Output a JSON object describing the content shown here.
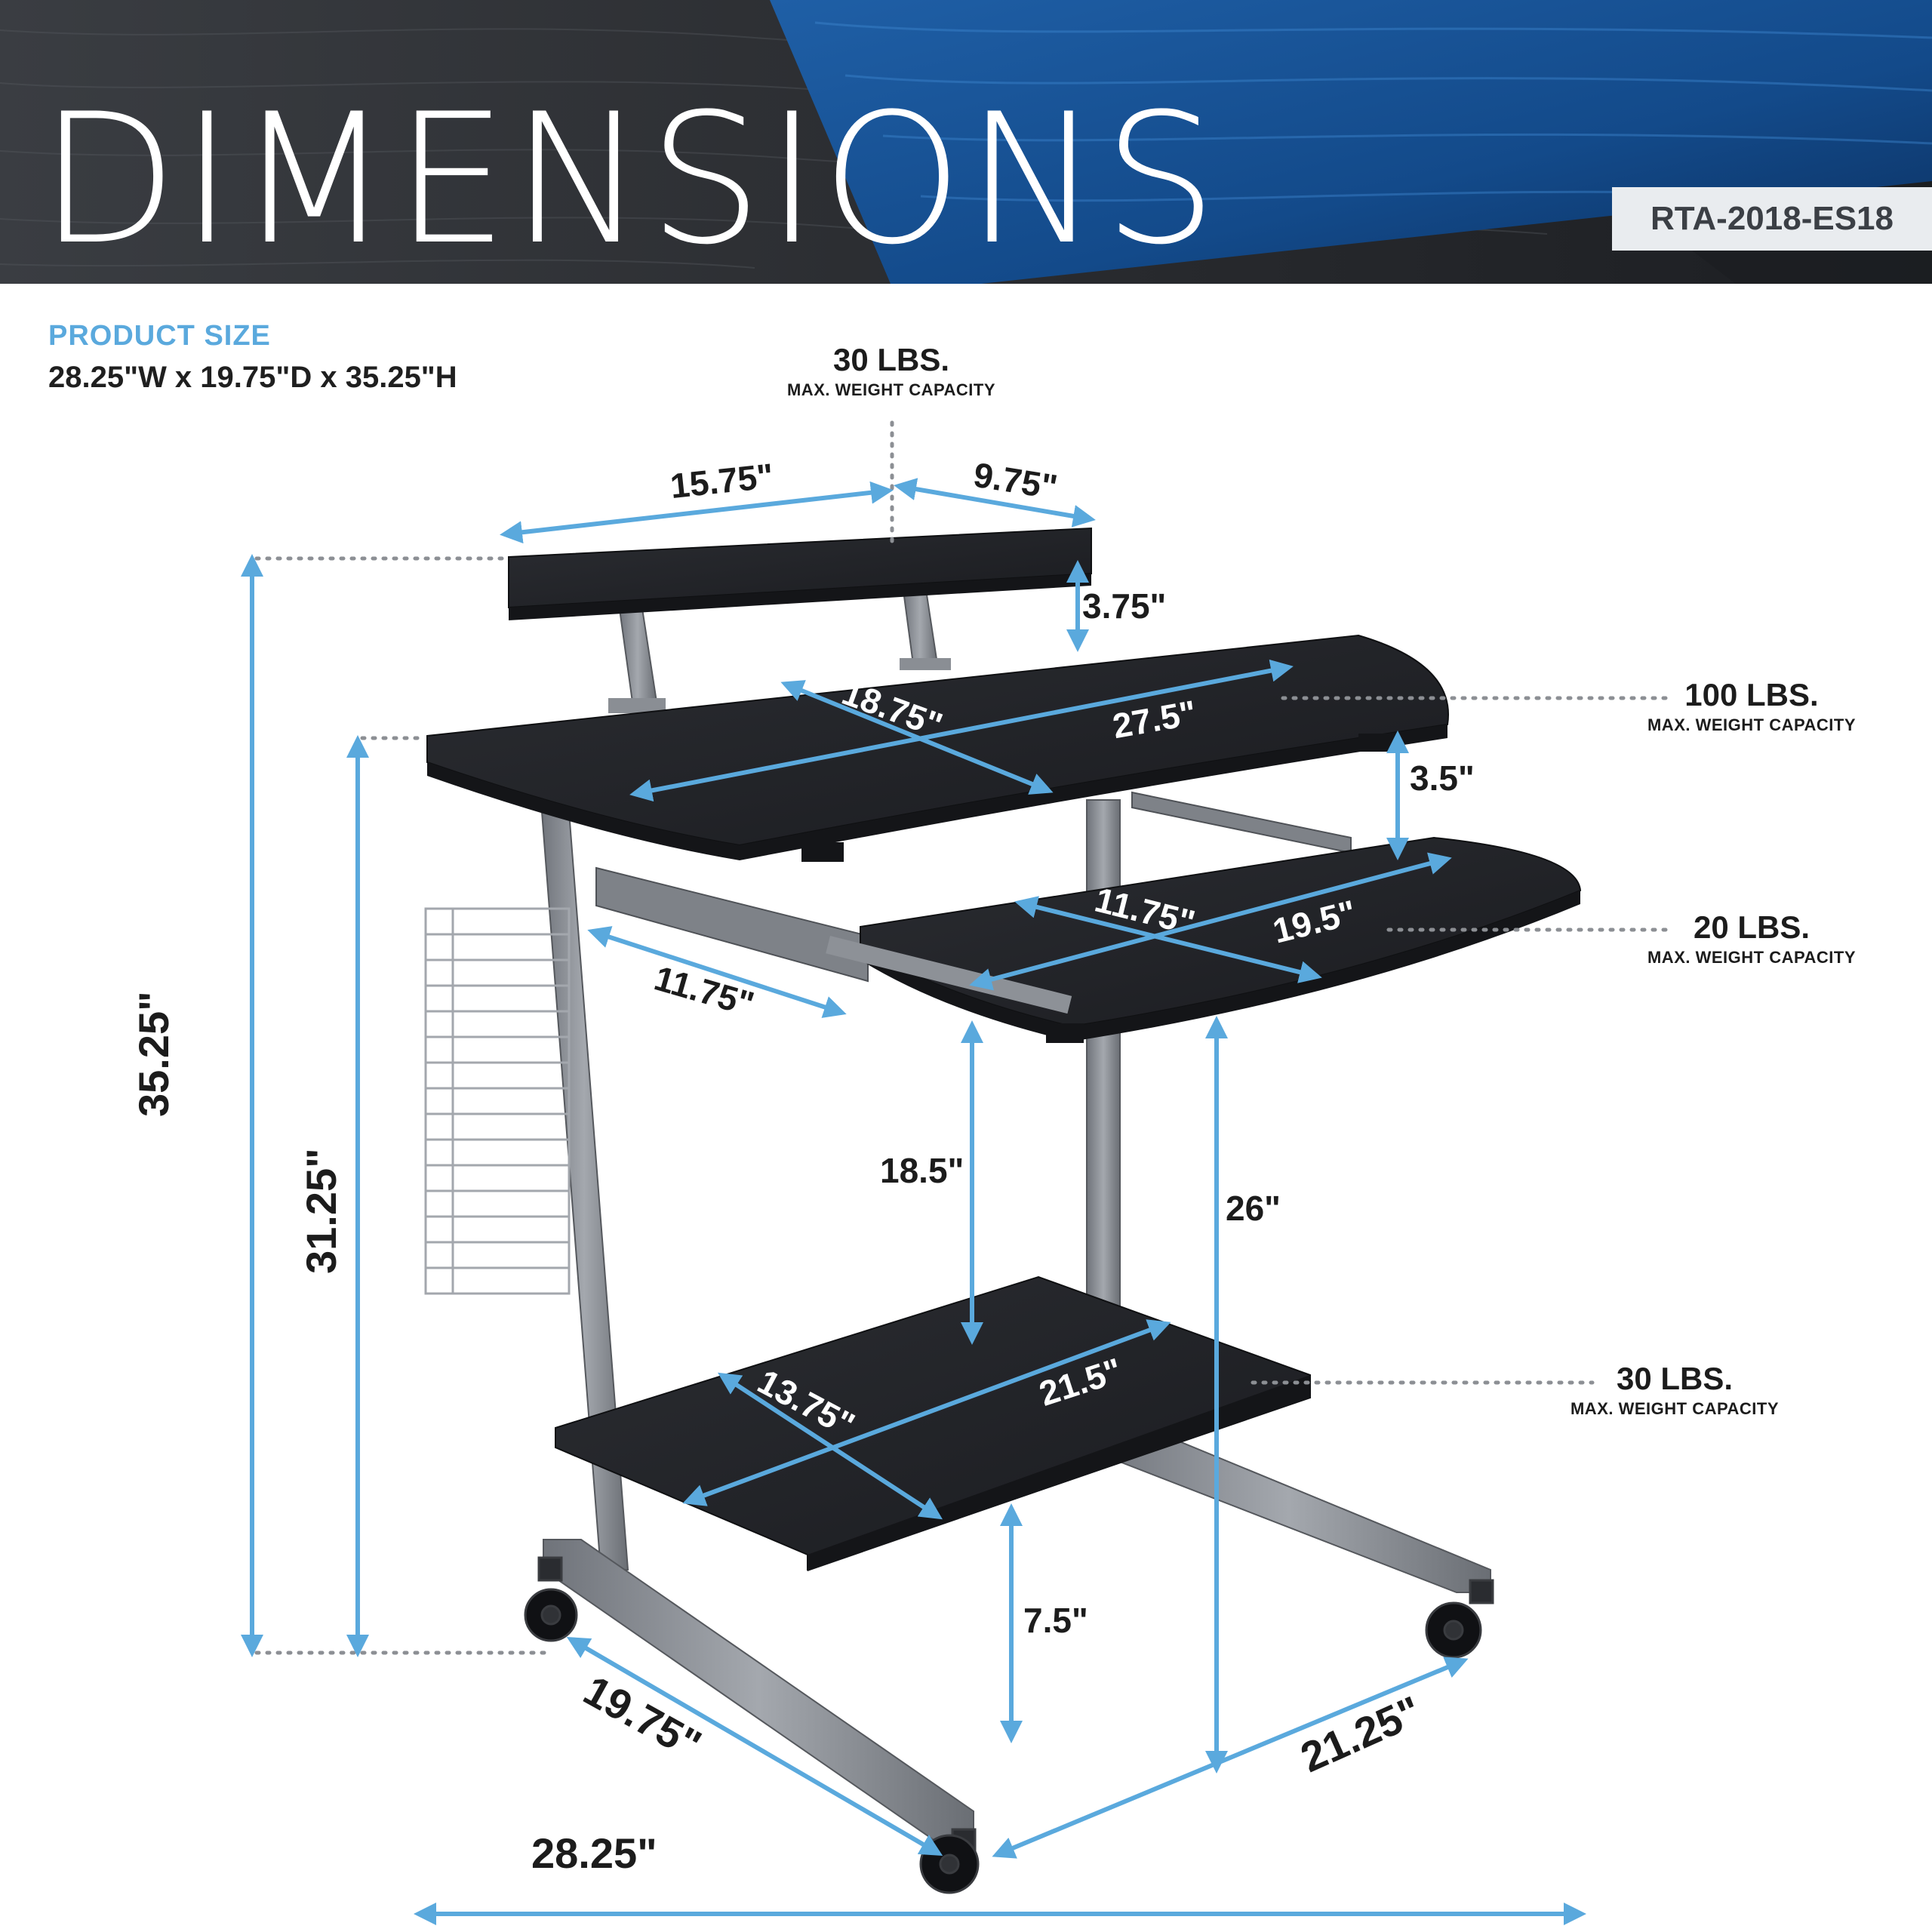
{
  "header": {
    "title": "DIMENSIONS",
    "model": "RTA-2018-ES18"
  },
  "product_size": {
    "label": "PRODUCT SIZE",
    "value": "28.25\"W x 19.75\"D x 35.25\"H"
  },
  "capacities": {
    "monitor_shelf": {
      "weight": "30 LBS.",
      "sub": "MAX. WEIGHT CAPACITY"
    },
    "desktop": {
      "weight": "100 LBS.",
      "sub": "MAX. WEIGHT CAPACITY"
    },
    "keyboard_tray": {
      "weight": "20 LBS.",
      "sub": "MAX. WEIGHT CAPACITY"
    },
    "bottom_shelf": {
      "weight": "30 LBS.",
      "sub": "MAX. WEIGHT CAPACITY"
    }
  },
  "dimensions": {
    "monitor_width": "15.75\"",
    "monitor_depth": "9.75\"",
    "monitor_height": "3.75\"",
    "desk_depth": "18.75\"",
    "desk_width": "27.5\"",
    "tray_gap": "3.5\"",
    "tray_depth": "11.75\"",
    "tray_width": "19.5\"",
    "tray_slide": "11.75\"",
    "overall_height": "35.25\"",
    "desk_height": "31.25\"",
    "under_tray": "18.5\"",
    "tray_height": "26\"",
    "bottom_depth": "13.75\"",
    "bottom_width": "21.5\"",
    "bottom_clearance": "7.5\"",
    "base_depth": "19.75\"",
    "base_width": "21.25\"",
    "overall_width": "28.25\""
  },
  "colors": {
    "accent": "#5aa9dd",
    "wood": "#23252a",
    "frame": "#8c9096",
    "text": "#1c1c1c"
  }
}
